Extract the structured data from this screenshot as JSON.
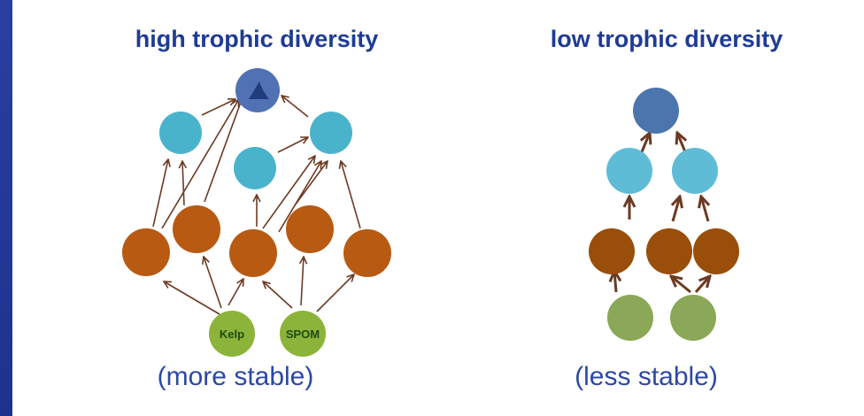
{
  "left_panel": {
    "title": "high trophic diversity",
    "caption": "(more stable)",
    "node_labels": {
      "kelp": "Kelp",
      "spom": "SPOM"
    }
  },
  "right_panel": {
    "title": "low trophic diversity",
    "caption": "(less stable)"
  },
  "colors": {
    "background": "#1c2f86",
    "panel": "#ffffff",
    "title_text": "#1f3b95",
    "caption_text": "#2c48a4",
    "apex_node": "#5072b4",
    "consumer_node": "#4ab3cc",
    "primary_consumer_node": "#b85a12",
    "producer_node": "#8cb43a",
    "arrow": "#6b3a22"
  },
  "icons": {
    "apex_icon": "shark-fin-icon"
  }
}
